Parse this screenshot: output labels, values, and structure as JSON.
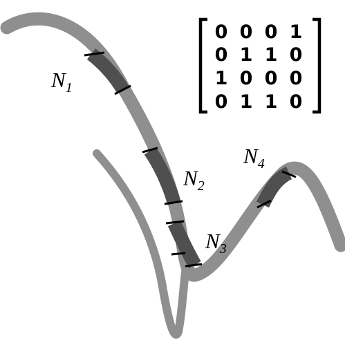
{
  "nodes": [
    {
      "name": "N",
      "subscript": "1"
    },
    {
      "name": "N",
      "subscript": "2"
    },
    {
      "name": "N",
      "subscript": "3"
    },
    {
      "name": "N",
      "subscript": "4"
    }
  ],
  "matrix": [
    [
      "0",
      "0",
      "0",
      "1"
    ],
    [
      "0",
      "1",
      "1",
      "0"
    ],
    [
      "1",
      "0",
      "0",
      "0"
    ],
    [
      "0",
      "1",
      "1",
      "0"
    ]
  ],
  "colors": {
    "curve": "#8f8f8f",
    "segment": "#4f4f4f",
    "boundary": "#000000",
    "text": "#000000"
  }
}
